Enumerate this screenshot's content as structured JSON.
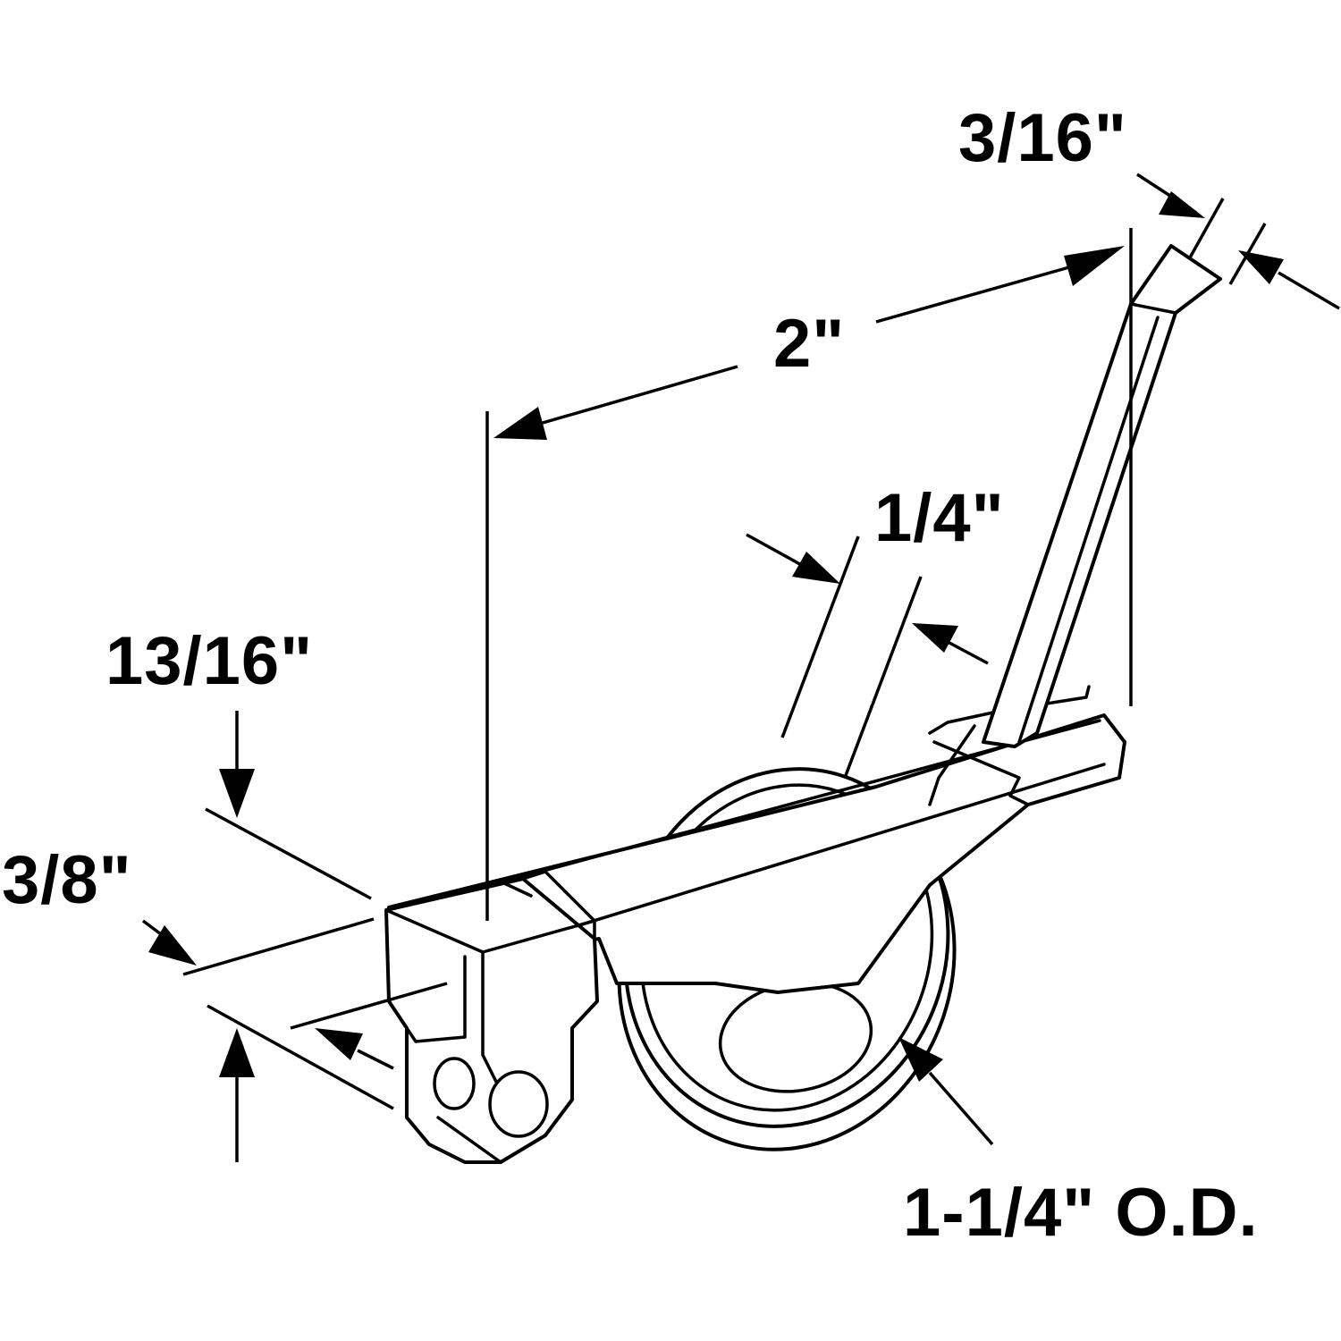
{
  "dimensions": {
    "top_offset_width": "3/16\"",
    "arm_length": "2\"",
    "wheel_width": "1/4\"",
    "housing_height": "13/16\"",
    "housing_width": "3/8\"",
    "wheel_diameter": "1-1/4\" O.D."
  },
  "colors": {
    "ink": "#000000",
    "background": "#ffffff"
  }
}
